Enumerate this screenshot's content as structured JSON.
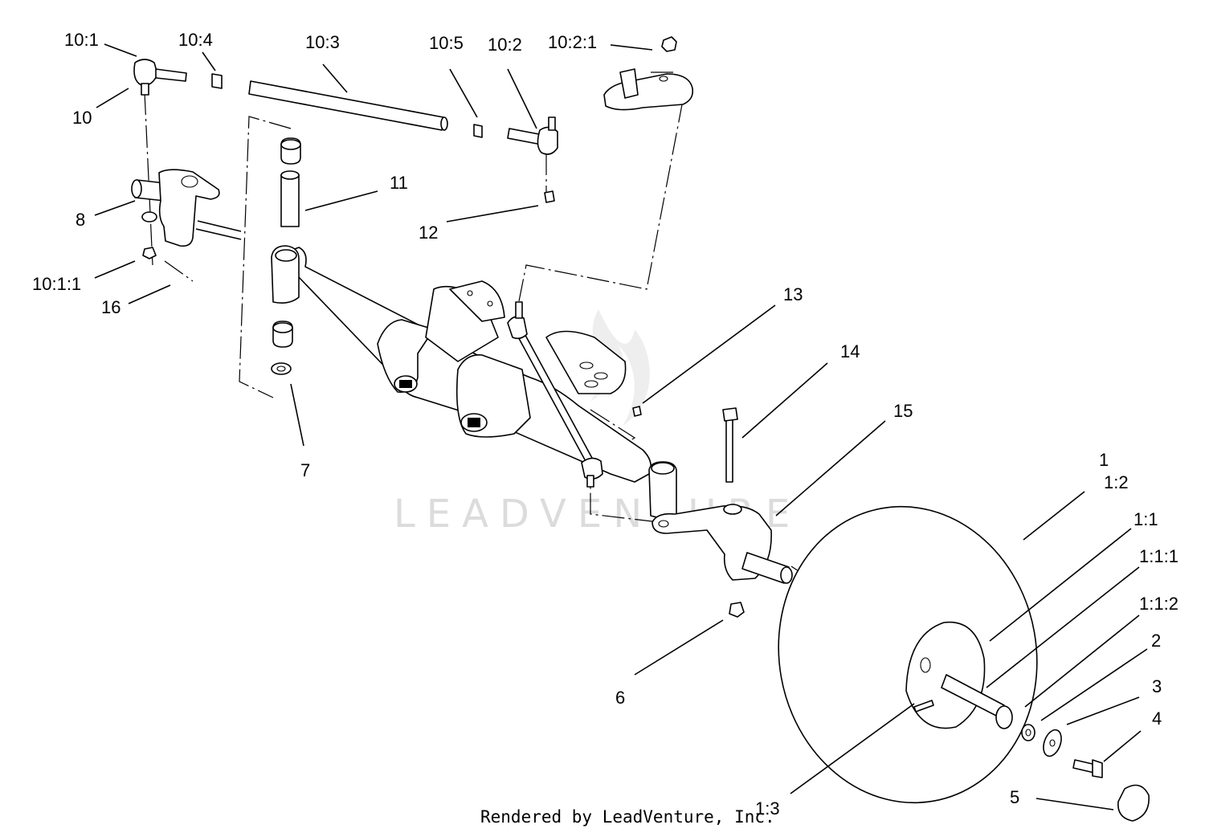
{
  "diagram": {
    "callouts": [
      {
        "id": "c-10-1",
        "label": "10:1"
      },
      {
        "id": "c-10-4",
        "label": "10:4"
      },
      {
        "id": "c-10-3",
        "label": "10:3"
      },
      {
        "id": "c-10-5",
        "label": "10:5"
      },
      {
        "id": "c-10-2",
        "label": "10:2"
      },
      {
        "id": "c-10-2-1",
        "label": "10:2:1"
      },
      {
        "id": "c-10",
        "label": "10"
      },
      {
        "id": "c-11",
        "label": "11"
      },
      {
        "id": "c-8",
        "label": "8"
      },
      {
        "id": "c-12",
        "label": "12"
      },
      {
        "id": "c-10-1-1",
        "label": "10:1:1"
      },
      {
        "id": "c-16",
        "label": "16"
      },
      {
        "id": "c-13",
        "label": "13"
      },
      {
        "id": "c-14",
        "label": "14"
      },
      {
        "id": "c-15",
        "label": "15"
      },
      {
        "id": "c-7",
        "label": "7"
      },
      {
        "id": "c-1",
        "label": "1"
      },
      {
        "id": "c-1-2",
        "label": "1:2"
      },
      {
        "id": "c-1-1",
        "label": "1:1"
      },
      {
        "id": "c-1-1-1",
        "label": "1:1:1"
      },
      {
        "id": "c-1-1-2",
        "label": "1:1:2"
      },
      {
        "id": "c-2",
        "label": "2"
      },
      {
        "id": "c-3",
        "label": "3"
      },
      {
        "id": "c-4",
        "label": "4"
      },
      {
        "id": "c-6",
        "label": "6"
      },
      {
        "id": "c-5",
        "label": "5"
      },
      {
        "id": "c-1-3",
        "label": "1:3"
      }
    ]
  },
  "watermark": {
    "text": "LEADVENTURE"
  },
  "footer": {
    "text": "Rendered by LeadVenture, Inc."
  }
}
